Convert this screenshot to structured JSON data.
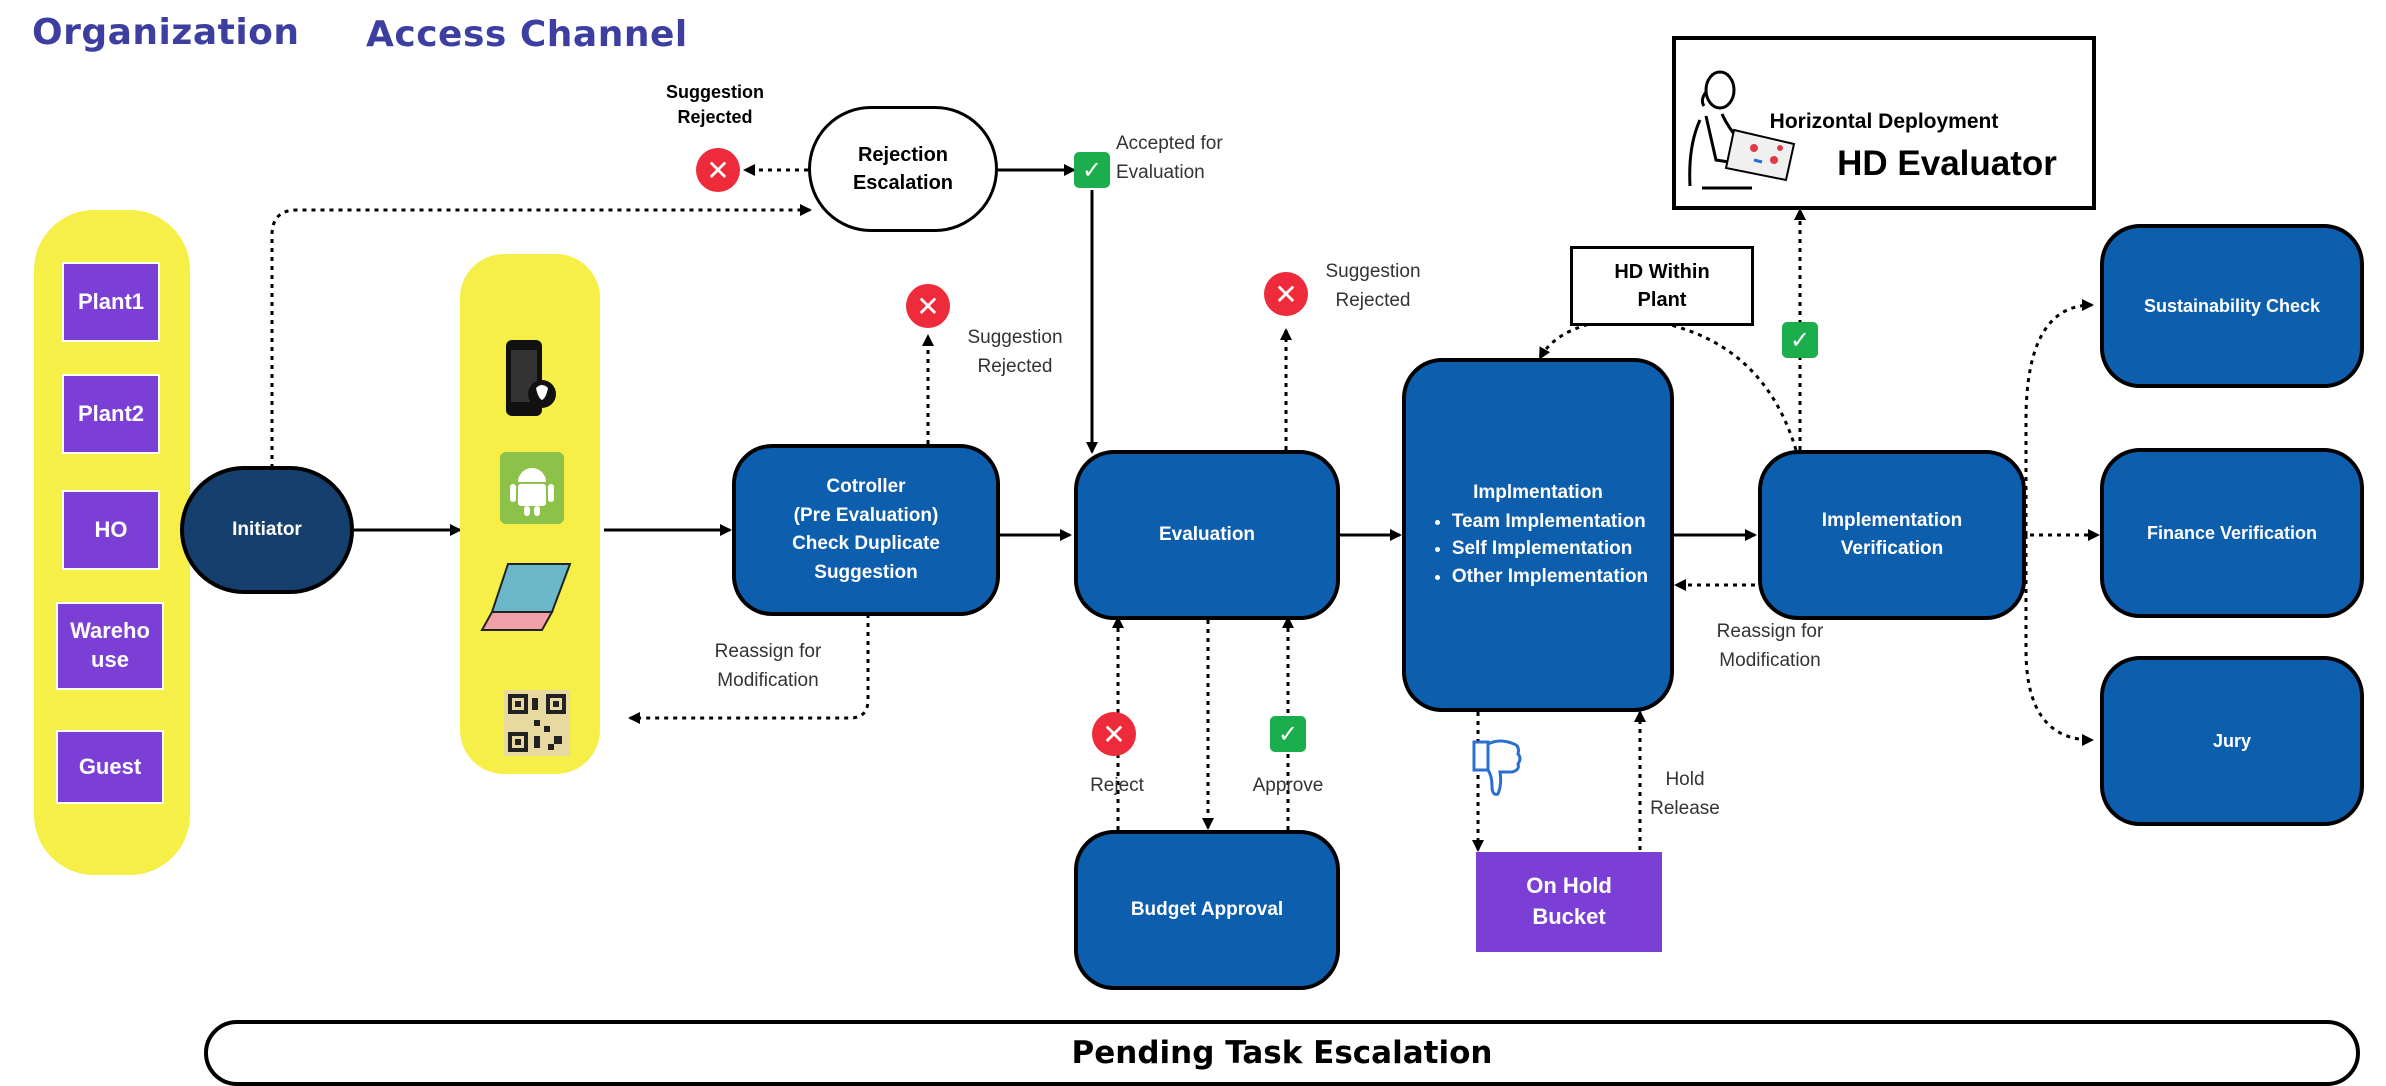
{
  "headers": {
    "organization": "Organization",
    "access_channel": "Access Channel"
  },
  "organization_units": [
    "Plant1",
    "Plant2",
    "HO",
    "Wareho use",
    "Guest"
  ],
  "access_channel_icons": [
    "apple-phone-icon",
    "android-icon",
    "laptop-icon",
    "qr-code-icon"
  ],
  "nodes": {
    "initiator": "Initiator",
    "rejection_escalation": "Rejection Escalation",
    "controller": [
      "Cotroller",
      "(Pre Evaluation)",
      "Check Duplicate",
      "Suggestion"
    ],
    "evaluation": "Evaluation",
    "budget_approval": "Budget Approval",
    "implementation_title": "Implmentation",
    "implementation_items": [
      "Team Implementation",
      "Self Implementation",
      "Other Implementation"
    ],
    "on_hold_bucket": "On Hold Bucket",
    "implementation_verification": "Implementation Verification",
    "hd_within_plant": "HD Within Plant",
    "horizontal_deployment": "Horizontal Deployment",
    "hd_evaluator": "HD Evaluator",
    "sustainability_check": "Sustainability Check",
    "finance_verification": "Finance Verification",
    "jury": "Jury",
    "pending_task_escalation": "Pending Task Escalation"
  },
  "labels": {
    "suggestion_rejected_top": "Suggestion Rejected",
    "accepted_for_evaluation": "Accepted for Evaluation",
    "suggestion_rejected_controller": "Suggestion Rejected",
    "suggestion_rejected_evaluation": "Suggestion Rejected",
    "reassign_controller": "Reassign for Modification",
    "reject": "Reject",
    "approve": "Approve",
    "hold_release": "Hold Release",
    "reassign_verification": "Reassign for Modification"
  },
  "colors": {
    "blue_node": "#0e5eae",
    "dark_blue_node": "#15406e",
    "yellow_panel": "#f5ef48",
    "purple_box": "#7c3fd6",
    "reject_red": "#ee2b3a",
    "approve_green": "#1cae4c",
    "header_text": "#3d3fa0"
  }
}
